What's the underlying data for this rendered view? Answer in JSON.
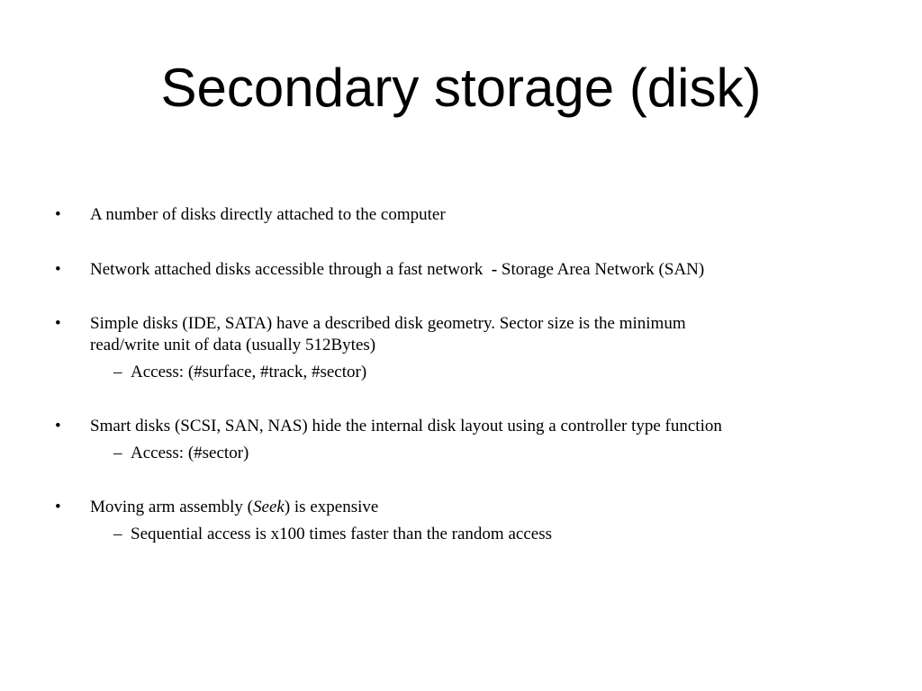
{
  "slide": {
    "title": "Secondary storage (disk)",
    "bullet_symbol": "•",
    "dash_symbol": "–",
    "bullets": [
      {
        "text": "A number of disks directly attached to the computer"
      },
      {
        "text_a": "Network attached disks accessible through a fast network  ",
        "separator": "-",
        "text_b": " Storage Area Network (SAN)"
      },
      {
        "line1": "Simple disks (IDE, SATA) have a described disk geometry.  Sector size is the minimum",
        "line2": "read/write unit of data (usually 512Bytes)",
        "sub": "Access: (#surface, #track, #sector)"
      },
      {
        "text": "Smart disks (SCSI, SAN, NAS) hide the internal disk layout using a controller type function",
        "sub": "Access: (#sector)"
      },
      {
        "text_a": "Moving arm assembly (",
        "emphasis": "Seek",
        "text_b": ") is expensive",
        "sub": "Sequential access is x100 times faster than the random access"
      }
    ]
  }
}
